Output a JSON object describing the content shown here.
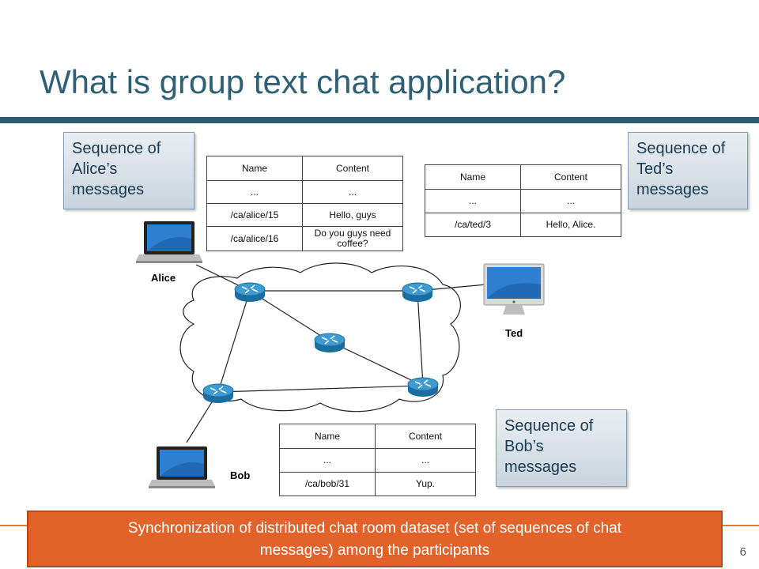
{
  "slide": {
    "title": "What is group text chat application?",
    "page_number": "6"
  },
  "callouts": {
    "alice": [
      "Sequence of",
      "Alice’s",
      "messages"
    ],
    "ted": [
      "Sequence of",
      "Ted’s",
      "messages"
    ],
    "bob": [
      "Sequence of",
      "Bob’s",
      "messages"
    ]
  },
  "tables": {
    "alice": {
      "headers": [
        "Name",
        "Content"
      ],
      "rows": [
        [
          "...",
          "..."
        ],
        [
          "/ca/alice/15",
          "Hello, guys"
        ],
        [
          "/ca/alice/16",
          "Do you guys need coffee?"
        ]
      ]
    },
    "ted": {
      "headers": [
        "Name",
        "Content"
      ],
      "rows": [
        [
          "...",
          "..."
        ],
        [
          "/ca/ted/3",
          "Hello, Alice."
        ]
      ]
    },
    "bob": {
      "headers": [
        "Name",
        "Content"
      ],
      "rows": [
        [
          "...",
          "..."
        ],
        [
          "/ca/bob/31",
          "Yup."
        ]
      ]
    }
  },
  "nodes": {
    "alice": "Alice",
    "ted": "Ted",
    "bob": "Bob"
  },
  "icons": {
    "router": "router-icon",
    "laptop": "laptop-icon",
    "desktop": "desktop-icon"
  },
  "banner": {
    "line1": "Synchronization of distributed chat room dataset (set of sequences of chat",
    "line2": "messages) among the participants"
  },
  "colors": {
    "title": "#2f5f75",
    "rule": "#2c5c73",
    "banner": "#e2622a",
    "router": "#1d7fb6"
  }
}
